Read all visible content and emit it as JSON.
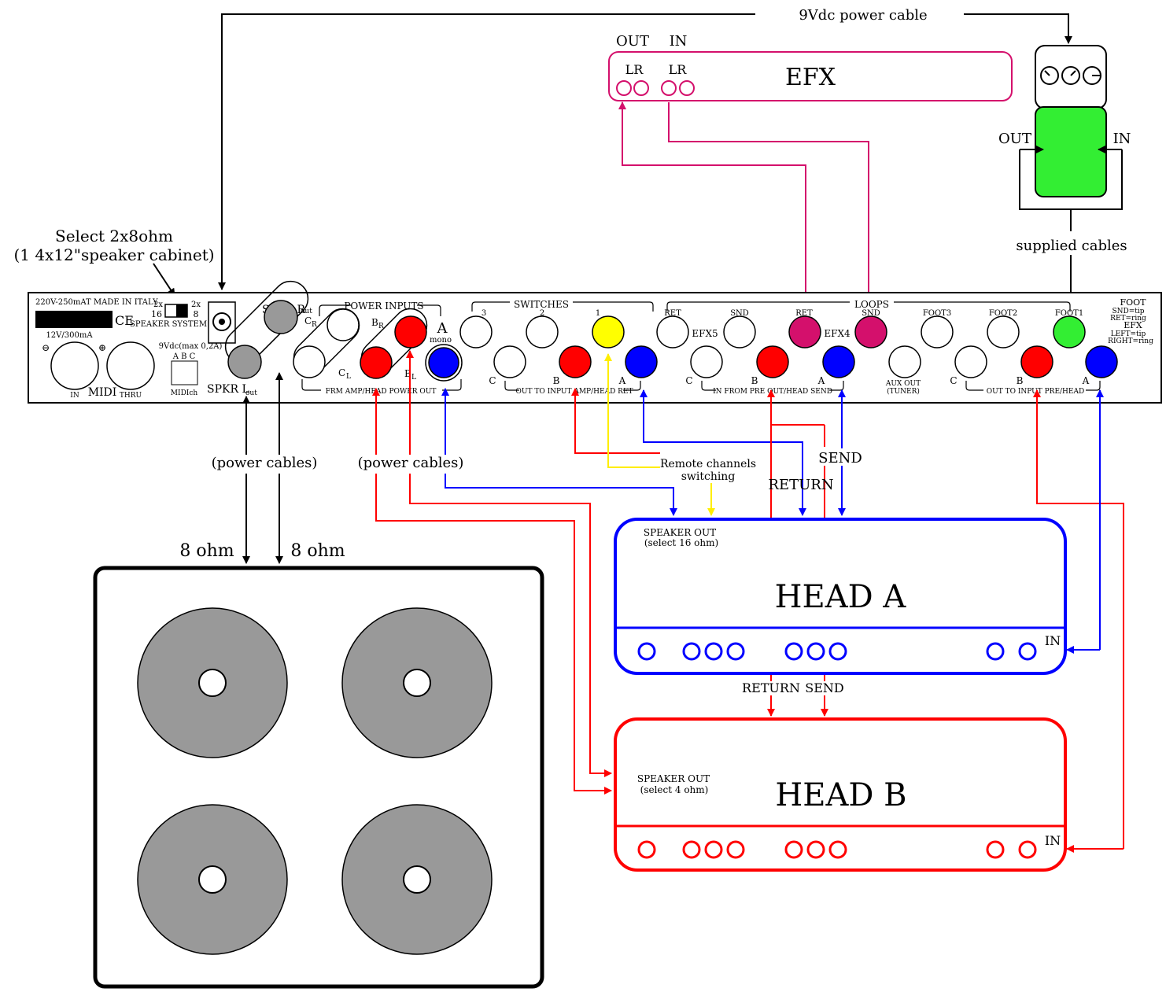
{
  "top": {
    "power_cable": "9Vdc power cable",
    "select_line1": "Select 2x8ohm",
    "select_line2": "(1 4x12\"speaker cabinet)",
    "supplied_cables": "supplied cables"
  },
  "efx_unit": {
    "title": "EFX",
    "out": "OUT",
    "in": "IN",
    "lr_out": "LR",
    "lr_in": "LR"
  },
  "pedal": {
    "out": "OUT",
    "in": "IN"
  },
  "panel": {
    "made_in": "220V-250mAT MADE IN ITALY",
    "ce": "CE",
    "speaker_system": "SPEAKER SYSTEM",
    "sw_2x_left": "2x",
    "sw_16": "16",
    "sw_2x_right": "2x",
    "sw_8": "8",
    "midi_power": "12V/300mA",
    "minus": "⊖",
    "plus": "⊕",
    "midi": "MIDI",
    "midi_in": "IN",
    "midi_thru": "THRU",
    "dc_in": "9Vdc(max 0,2A)",
    "abc": "A  B  C",
    "midich": "MIDIch",
    "spkr_r": "SPKR R",
    "spkr_r_sub": "out",
    "spkr_l": "SPKR L",
    "spkr_l_sub": "out",
    "power_inputs": "POWER INPUTS",
    "c_r": "C",
    "c_r_sub": "R",
    "b_r": "B",
    "b_r_sub": "R",
    "c_l": "C",
    "c_l_sub": "L",
    "b_l": "B",
    "b_l_sub": "L",
    "a_mono": "A",
    "mono": "mono",
    "frm_amp": "FRM AMP/HEAD POWER OUT",
    "switches": "SWITCHES",
    "sw3": "3",
    "sw2": "2",
    "sw1": "1",
    "sw_c": "C",
    "sw_b": "B",
    "sw_a": "A",
    "out_to_input_amp": "OUT TO INPUT AMP/HEAD RET",
    "loops": "LOOPS",
    "ret1": "RET",
    "snd1": "SND",
    "ret2": "RET",
    "snd2": "SND",
    "efx5": "EFX5",
    "efx4": "EFX4",
    "lp_c": "C",
    "lp_b": "B",
    "lp_a": "A",
    "in_from_pre": "IN FROM PRE OUT/HEAD SEND",
    "aux_out": "AUX OUT",
    "tuner": "(TUNER)",
    "foot3": "FOOT3",
    "foot2": "FOOT2",
    "foot1": "FOOT1",
    "ft_c": "C",
    "ft_b": "B",
    "ft_a": "A",
    "out_to_input_pre": "OUT TO INPUT PRE/HEAD",
    "foot": "FOOT",
    "snd_tip": "SND=tip",
    "ret_ring": "RET=ring",
    "efx": "EFX",
    "left_tip": "LEFT=tip",
    "right_ring": "RIGHT=ring"
  },
  "cables": {
    "power_cables_1": "(power cables)",
    "power_cables_2": "(power cables)",
    "remote_1": "Remote channels",
    "remote_2": "switching",
    "return_a": "RETURN",
    "send_a": "SEND",
    "return_b": "RETURN",
    "send_b": "SEND",
    "ohm_l": "8 ohm",
    "ohm_r": "8 ohm"
  },
  "head_a": {
    "title": "HEAD A",
    "spk_out": "SPEAKER OUT",
    "spk_sel": "(select 16 ohm)",
    "in": "IN"
  },
  "head_b": {
    "title": "HEAD B",
    "spk_out": "SPEAKER OUT",
    "spk_sel": "(select 4 ohm)",
    "in": "IN"
  },
  "colors": {
    "black": "#000000",
    "magenta": "#d4106c",
    "red": "#ff0000",
    "blue": "#0000ff",
    "yellow": "#ffff00",
    "green": "#33ee33",
    "grey": "#999999"
  }
}
